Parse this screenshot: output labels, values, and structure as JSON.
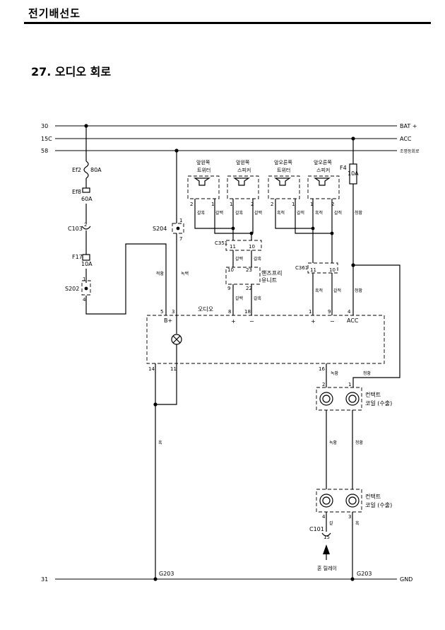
{
  "header": {
    "section": "전기배선도"
  },
  "title": "27. 오디오 회로",
  "buses": {
    "b30": "30",
    "b15c": "15C",
    "b58": "58",
    "b31": "31",
    "bat": "BAT +",
    "acc": "ACC",
    "illum": "조명등회로",
    "gnd": "GND"
  },
  "fuses": {
    "ef2": "Ef2",
    "ef2_val": "80A",
    "ef8": "Ef8",
    "ef8_val": "60A",
    "f17": "F17",
    "f17_val": "10A",
    "f4": "F4",
    "f4_val": "10A"
  },
  "connectors": {
    "c103": "C103",
    "c103_pin": "2",
    "s202": "S202",
    "s204": "S204",
    "c351": "C351",
    "c361": "C361",
    "c101": "C101"
  },
  "speakers": {
    "fl_tweeter": [
      "앞왼쪽",
      "트위터"
    ],
    "fl_speaker": [
      "앞왼쪽",
      "스피커"
    ],
    "fr_tweeter": [
      "앞오른쪽",
      "트위터"
    ],
    "fr_speaker": [
      "앞오른쪽",
      "스피커"
    ]
  },
  "wires": {
    "w1": "갈흑",
    "w2": "갈백",
    "w3": "흑적",
    "w4": "갈적",
    "w5": "청황",
    "w6": "적황",
    "w7": "녹백",
    "w8": "흑",
    "w9": "녹황",
    "w10": "갈"
  },
  "handsfree": [
    "핸즈프리",
    "유니트"
  ],
  "audio": {
    "label": "오디오",
    "bplus": "B+",
    "acc": "ACC",
    "plus": "+",
    "minus": "−"
  },
  "coil": [
    "컨택트",
    "코일 (수출)"
  ],
  "horn": "혼 릴레이",
  "grounds": {
    "g1": "G203",
    "g2": "G203"
  },
  "pins": {
    "p1": "1",
    "p2": "2",
    "p3": "3",
    "p4": "4",
    "p5": "5",
    "p7": "7",
    "p8": "8",
    "p9": "9",
    "p10": "10",
    "p11": "11",
    "p14": "14",
    "p16": "16",
    "p18": "18",
    "p22": "22",
    "p23": "23",
    "p15": "15"
  }
}
